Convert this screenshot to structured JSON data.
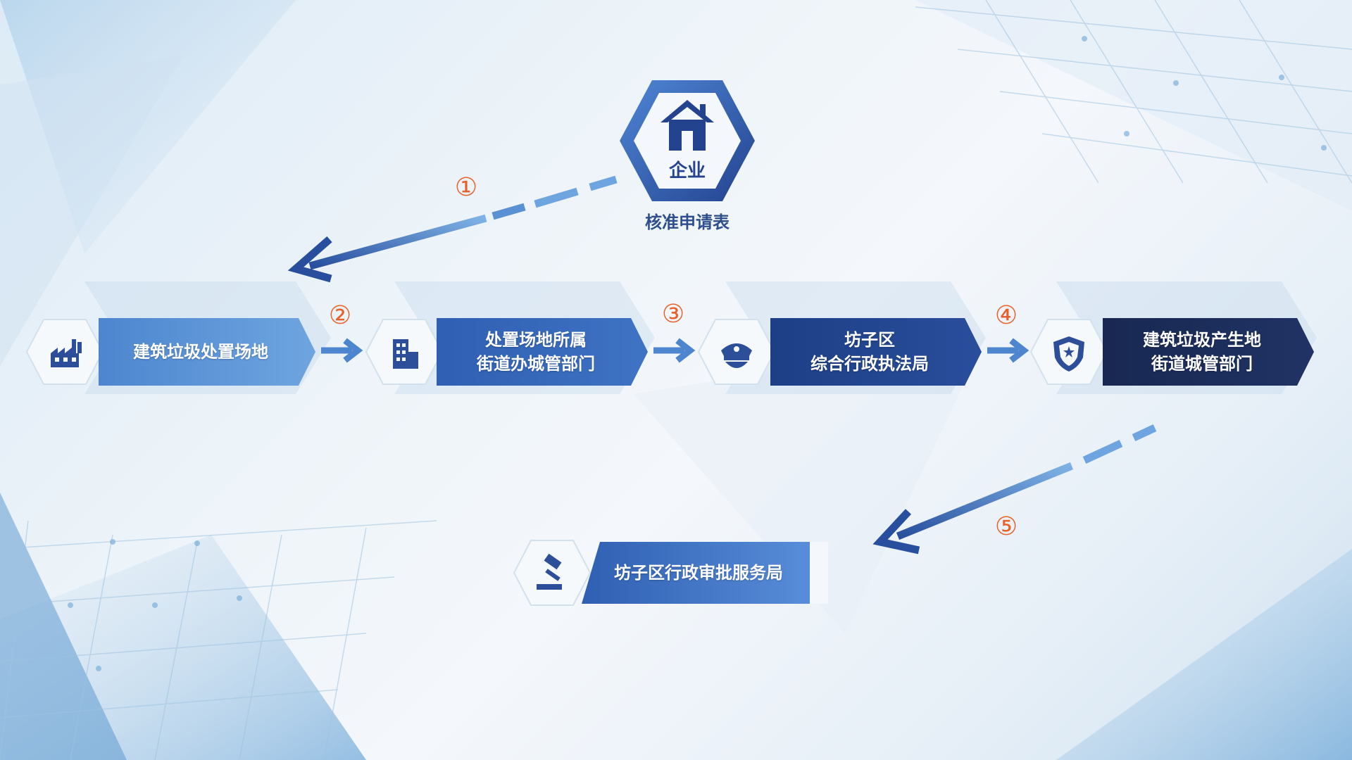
{
  "enterprise": {
    "label": "企业",
    "caption": "核准申请表",
    "icon": "house-icon"
  },
  "steps": [
    {
      "number": "①"
    },
    {
      "number": "②"
    },
    {
      "number": "③"
    },
    {
      "number": "④"
    },
    {
      "number": "⑤"
    }
  ],
  "process": [
    {
      "label": "建筑垃圾处置场地",
      "icon": "factory-icon"
    },
    {
      "label": "处置场地所属\n街道办城管部门",
      "icon": "office-building-icon"
    },
    {
      "label": "坊子区\n综合行政执法局",
      "icon": "police-cap-icon"
    },
    {
      "label": "建筑垃圾产生地\n街道城管部门",
      "icon": "police-shield-icon"
    }
  ],
  "final": {
    "label": "坊子区行政审批服务局",
    "icon": "gavel-icon"
  },
  "colors": {
    "accent_orange": "#e8602b",
    "navy": "#1d3f86",
    "light_blue": "#6ea5e0"
  }
}
